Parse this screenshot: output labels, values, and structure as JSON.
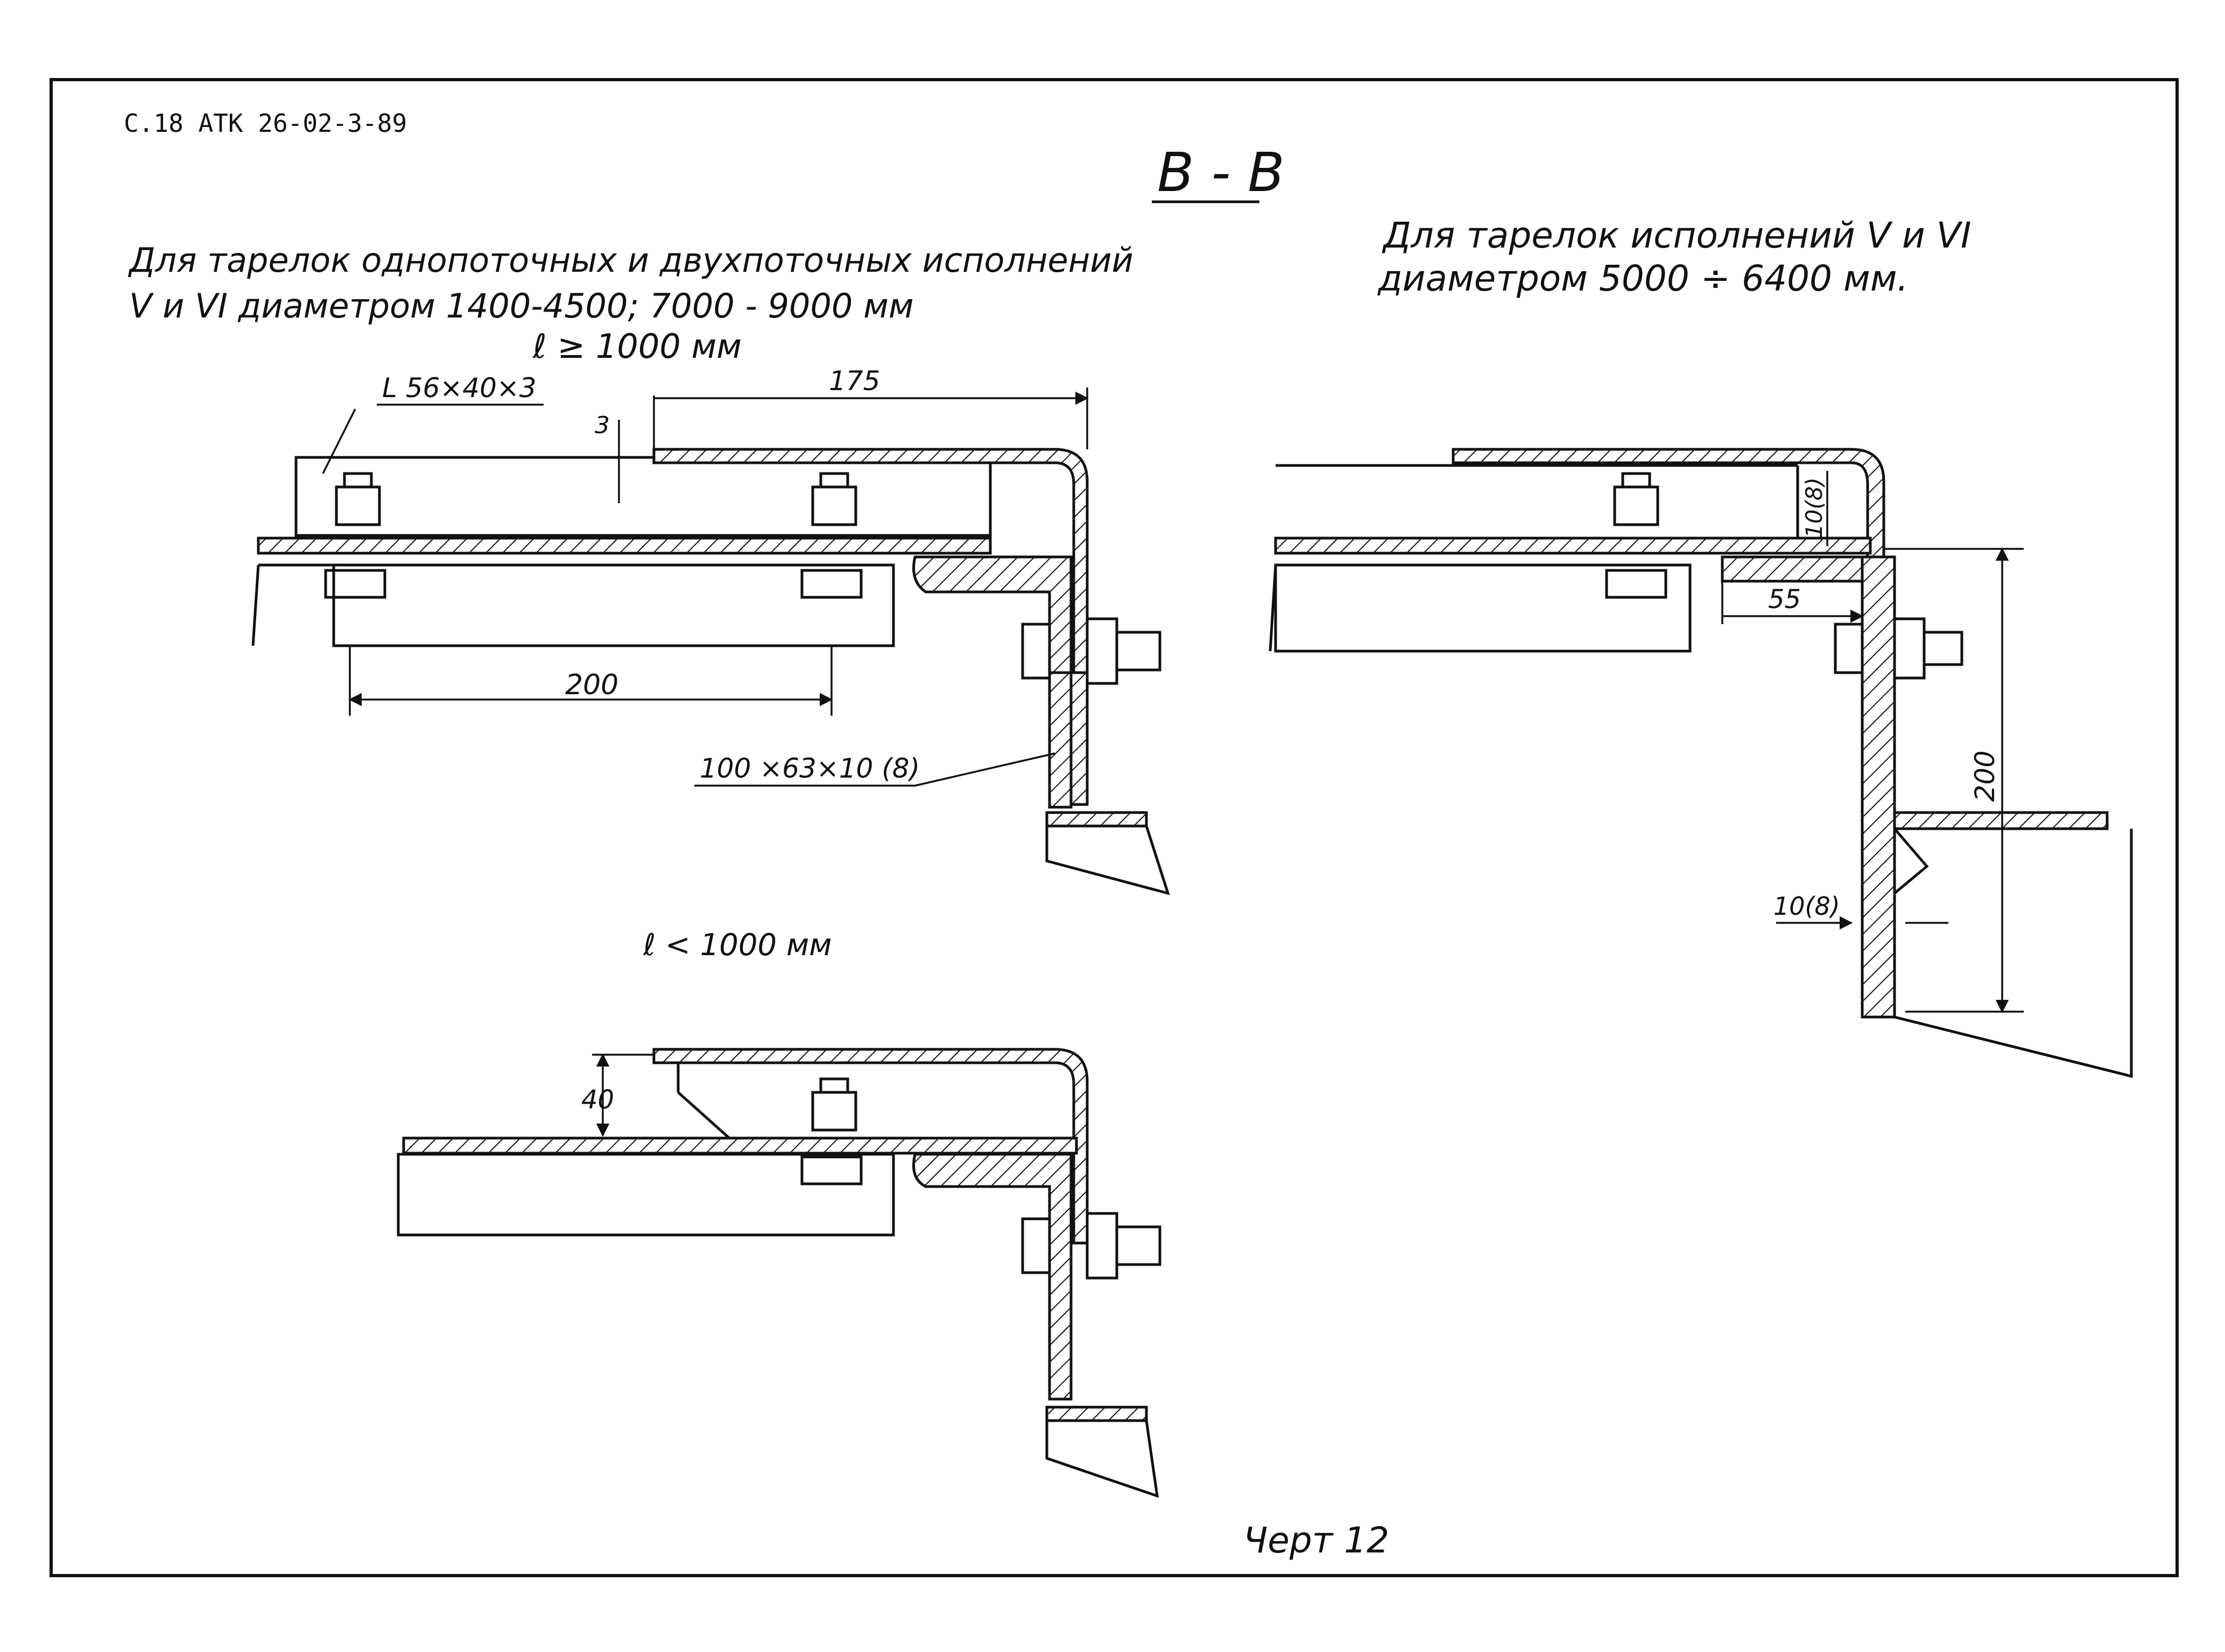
{
  "sheet": {
    "code": "C.18  АТК 26-02-3-89",
    "section_title": "В - В",
    "figure_caption": "Черт 12"
  },
  "left_view": {
    "heading_line1": "Для тарелок однопоточных и двухпоточных исполнений",
    "heading_line2": "V и VI  диаметром 1400-4500; 7000 - 9000 мм",
    "heading_line3": "ℓ ≥ 1000 мм",
    "angle_label": "L 56×40×3",
    "dim_175": "175",
    "dim_3": "3",
    "dim_200": "200",
    "profile_label": "100 ×63×10 (8)"
  },
  "lower_view": {
    "heading": "ℓ < 1000 мм",
    "dim_40": "40"
  },
  "right_view": {
    "heading_line1": "Для тарелок  исполнений  V и VI",
    "heading_line2": "диаметром  5000 ÷ 6400 мм.",
    "dim_10_8_top": "10(8)",
    "dim_55": "55",
    "dim_200": "200",
    "dim_10_8_side": "10(8)"
  }
}
